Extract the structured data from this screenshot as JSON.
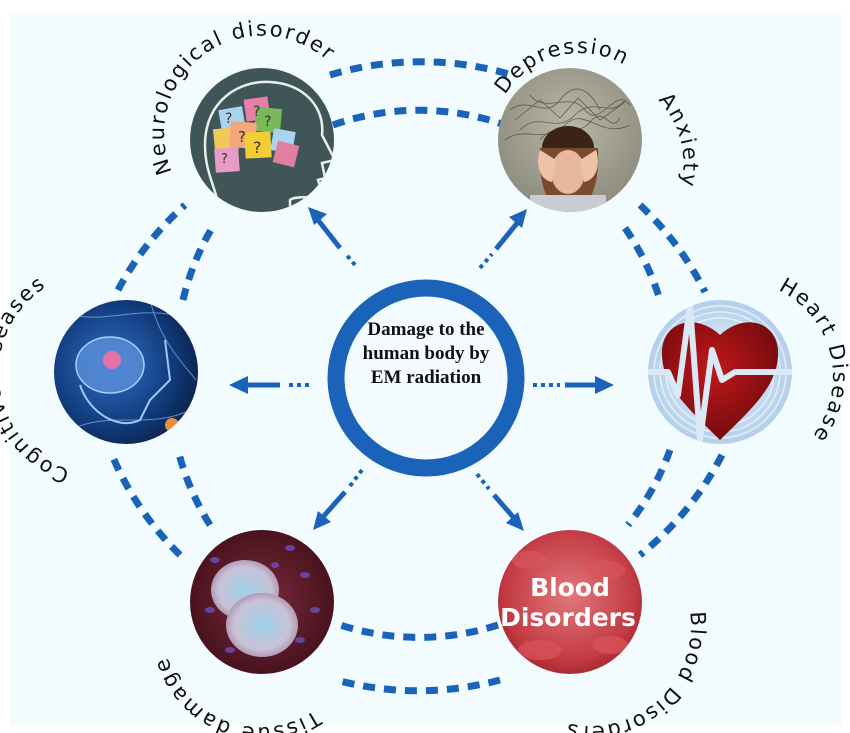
{
  "title": "Damage to the human body by EM radiation",
  "center": {
    "lines": [
      "Damage to the",
      "human body by",
      "EM radiation"
    ]
  },
  "colors": {
    "accent": "#1a63b8",
    "panel_background": "#f2fbfd",
    "text": "#111111"
  },
  "nodes": [
    {
      "id": "neurological",
      "labels": [
        "Neurological disorder"
      ],
      "image": "head-silhouette-with-question-sticky-notes",
      "position": "top-left"
    },
    {
      "id": "depression",
      "labels": [
        "Depression",
        "Anxiety"
      ],
      "image": "stressed-woman-holding-head",
      "position": "top-right"
    },
    {
      "id": "heart",
      "labels": [
        "Heart Disease"
      ],
      "image": "red-heart-with-heartbeat-line",
      "position": "right"
    },
    {
      "id": "cognitive",
      "labels": [
        "Cognitive diseases"
      ],
      "image": "glowing-brain-headache",
      "position": "left"
    },
    {
      "id": "tissue",
      "labels": [
        "Tissue damage"
      ],
      "image": "microscopy-tissue-cells",
      "position": "bottom-left"
    },
    {
      "id": "blood",
      "labels": [
        "Blood Disorders"
      ],
      "image": "red-blood-cells",
      "position": "bottom-right",
      "overlay_text": [
        "Blood",
        "Disorders"
      ]
    }
  ]
}
